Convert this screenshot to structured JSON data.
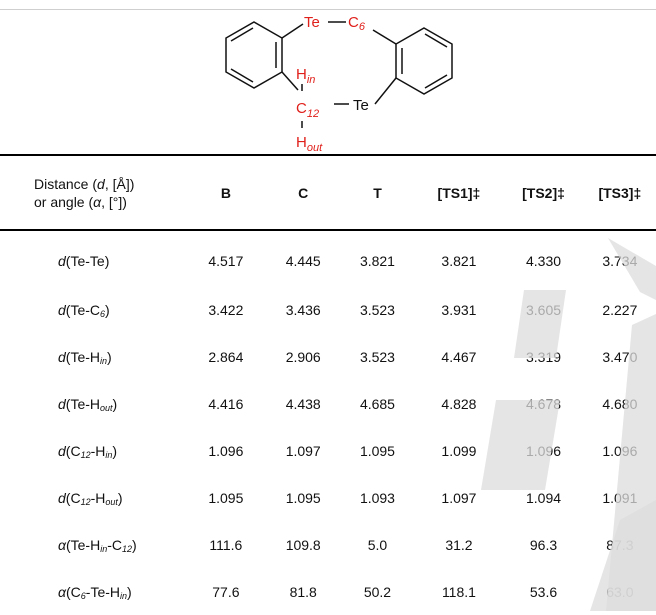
{
  "scheme": {
    "te_top": "Te",
    "c6_main": "C",
    "c6_sub": "6",
    "te_right": "Te",
    "h_in_main": "H",
    "h_in_sub": "in",
    "c12_main": "C",
    "c12_sub": "12",
    "h_out_main": "H",
    "h_out_sub": "out"
  },
  "table": {
    "header": {
      "label_line1_a": "Distance (",
      "label_line1_d": "d",
      "label_line1_b": ", [Å])",
      "label_line2_a": "or angle (",
      "label_line2_alpha": "α",
      "label_line2_b": ", [°])",
      "columns": [
        "B",
        "C",
        "T",
        "[TS1]‡",
        "[TS2]‡",
        "[TS3]‡"
      ]
    },
    "rows": [
      {
        "sym": "d",
        "open": "(Te-Te)",
        "sub": "",
        "close": "",
        "values": [
          "4.517",
          "4.445",
          "3.821",
          "3.821",
          "4.330",
          "3.734"
        ]
      },
      {
        "sym": "d",
        "open": "(Te-C",
        "sub": "6",
        "close": ")",
        "values": [
          "3.422",
          "3.436",
          "3.523",
          "3.931",
          "3.605",
          "2.227"
        ]
      },
      {
        "sym": "d",
        "open": "(Te-H",
        "sub": "in",
        "close": ")",
        "values": [
          "2.864",
          "2.906",
          "3.523",
          "4.467",
          "3.319",
          "3.470"
        ]
      },
      {
        "sym": "d",
        "open": "(Te-H",
        "sub": "out",
        "close": ")",
        "values": [
          "4.416",
          "4.438",
          "4.685",
          "4.828",
          "4.678",
          "4.680"
        ]
      },
      {
        "sym": "d",
        "open": "(C",
        "sub": "12",
        "close": "-H",
        "sub2": "in",
        "close2": ")",
        "values": [
          "1.096",
          "1.097",
          "1.095",
          "1.099",
          "1.096",
          "1.096"
        ]
      },
      {
        "sym": "d",
        "open": "(C",
        "sub": "12",
        "close": "-H",
        "sub2": "out",
        "close2": ")",
        "values": [
          "1.095",
          "1.095",
          "1.093",
          "1.097",
          "1.094",
          "1.091"
        ]
      },
      {
        "sym": "α",
        "open": "(Te-H",
        "sub": "in",
        "close": "-C",
        "sub2": "12",
        "close2": ")",
        "values": [
          "111.6",
          "109.8",
          "5.0",
          "31.2",
          "96.3",
          "87.3"
        ]
      },
      {
        "sym": "α",
        "open": "(C",
        "sub": "6",
        "close": "-Te-H",
        "sub2": "in",
        "close2": ")",
        "values": [
          "77.6",
          "81.8",
          "50.2",
          "118.1",
          "53.6",
          "63.0"
        ]
      }
    ]
  },
  "colors": {
    "accent_red": "#e0201b",
    "rule": "#000000",
    "watermark": "#dcdcdc"
  }
}
